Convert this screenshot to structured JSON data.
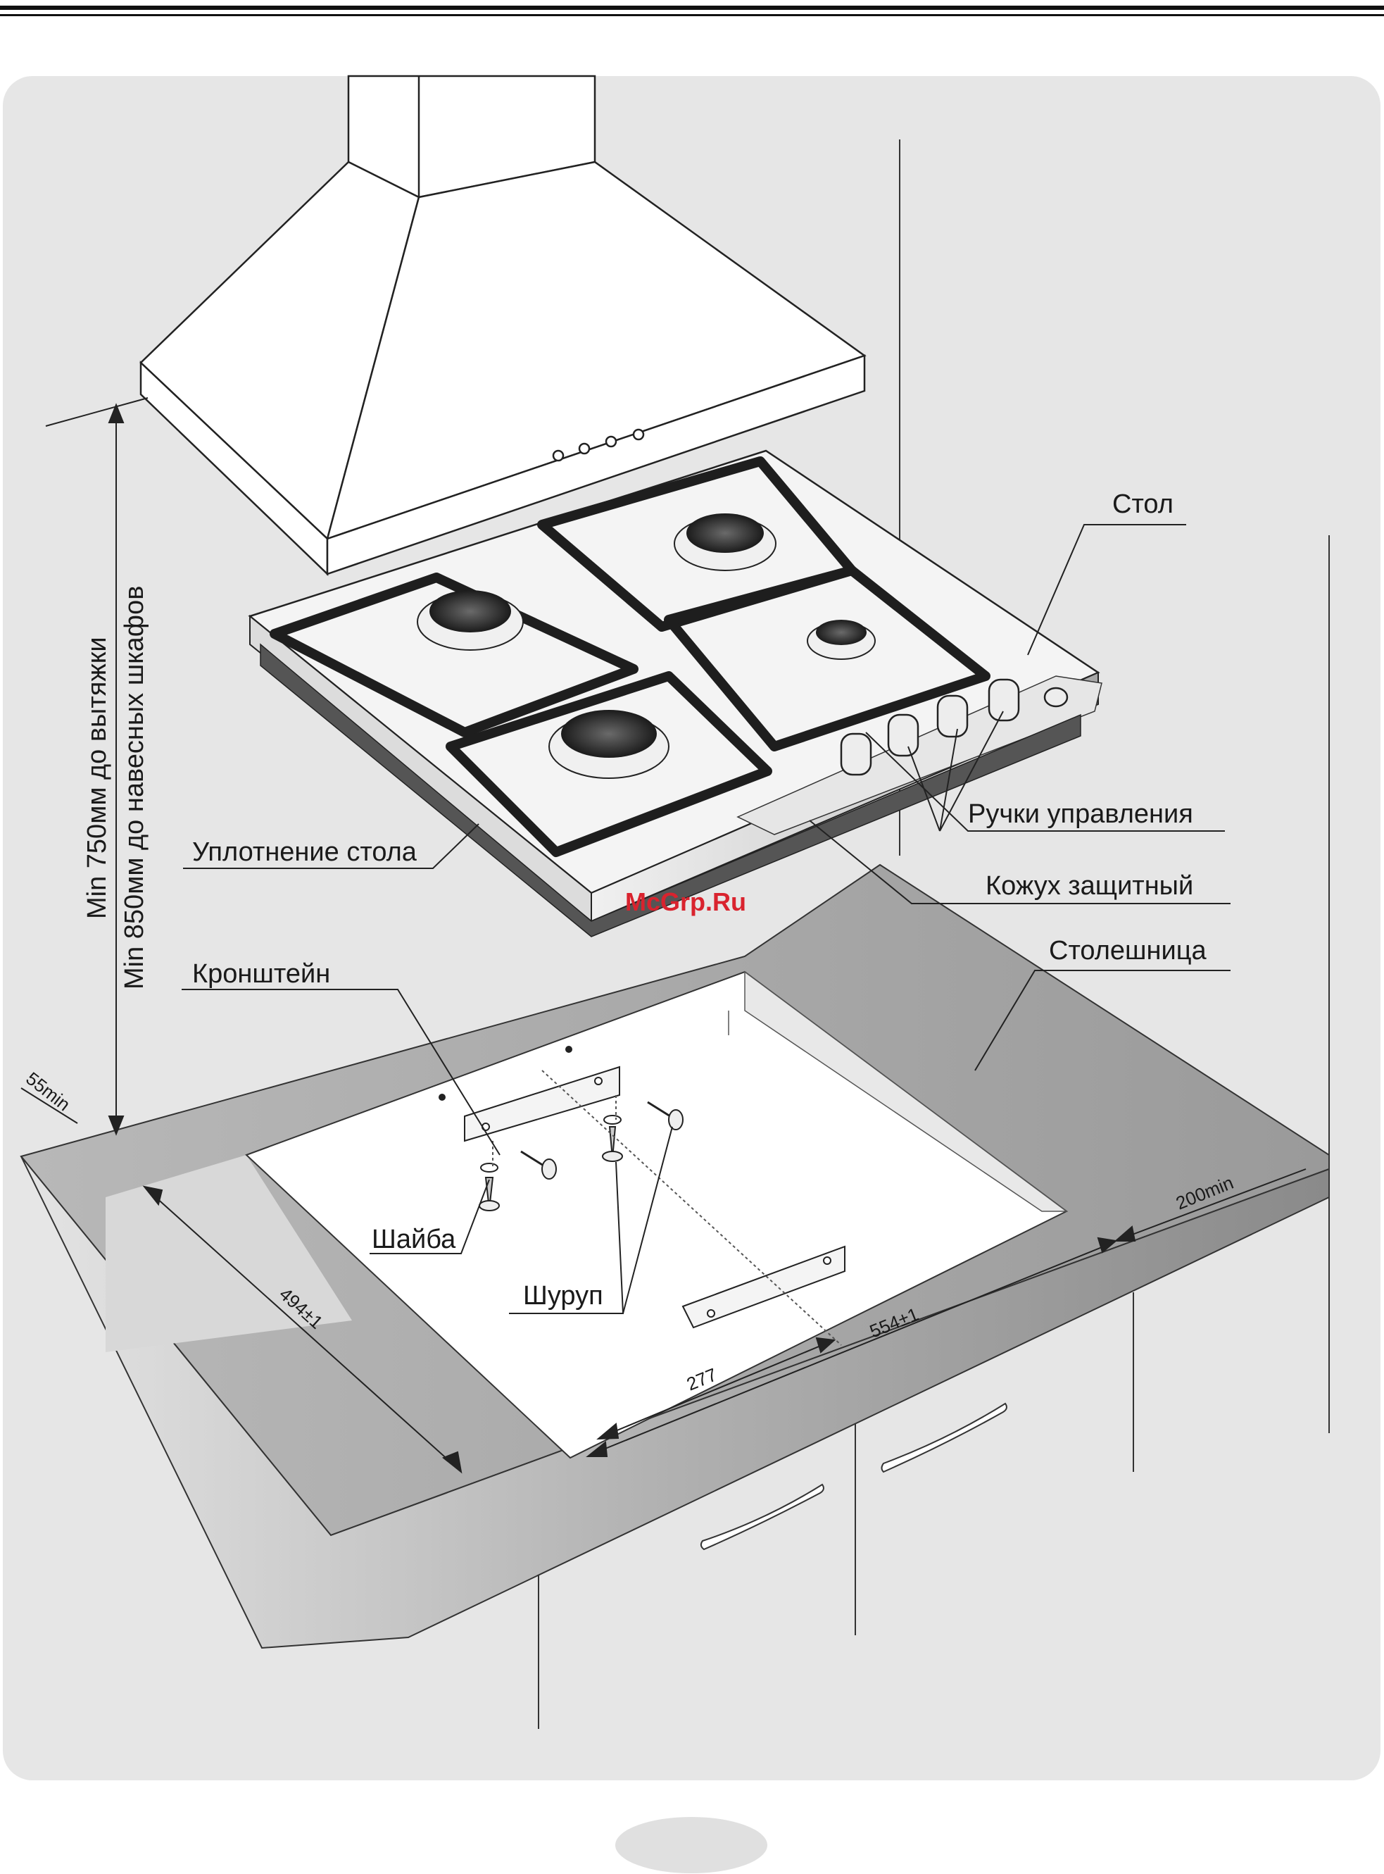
{
  "watermark": "McGrp.Ru",
  "labels": {
    "table": "Стол",
    "controls": "Ручки управления",
    "seal": "Уплотнение стола",
    "cover": "Кожух защитный",
    "worktop": "Столешница",
    "bracket": "Кронштейн",
    "washer": "Шайба",
    "screw": "Шуруп"
  },
  "dimensions": {
    "hood_min": "Min 750мм до вытяжки",
    "cabinet_min": "Min 850мм до навесных шкафов",
    "edge_min": "55min",
    "depth": "494±1",
    "width": "554±1",
    "center": "277",
    "side_min": "200min"
  }
}
